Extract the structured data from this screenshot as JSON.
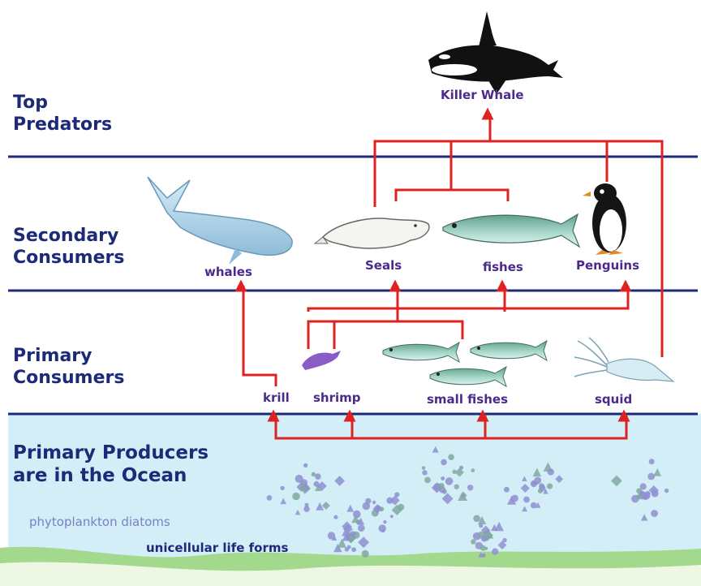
{
  "tiers": {
    "top": [
      "Top",
      "Predators"
    ],
    "secondary": [
      "Secondary",
      "Consumers"
    ],
    "primary": [
      "Primary",
      "Consumers"
    ],
    "producers": [
      "Primary Producers",
      "are in the Ocean"
    ]
  },
  "organisms": {
    "killer_whale": "Killer Whale",
    "whales": "whales",
    "seals": "Seals",
    "fishes": "fishes",
    "penguins": "Penguins",
    "krill": "krill",
    "shrimp": "shrimp",
    "small_fishes": "small fishes",
    "squid": "squid"
  },
  "producer_notes": {
    "phytoplankton": "phytoplankton diatoms",
    "unicellular": "unicellular life forms"
  },
  "colors": {
    "divider": "#1d2a78",
    "arrow": "#dd2222",
    "ocean": "#d3eef6",
    "seabed": "#a3d98c",
    "label_purple": "#4b2a8c",
    "tier_blue": "#1d2a78"
  }
}
